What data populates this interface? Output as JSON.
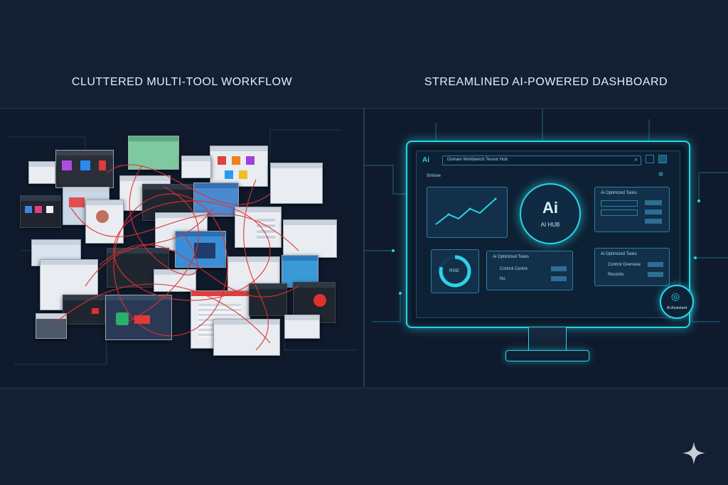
{
  "titles": {
    "left": "CLUTTERED MULTI-TOOL WORKFLOW",
    "right": "STREAMLINED AI-POWERED DASHBOARD"
  },
  "dashboard": {
    "logo": "Ai",
    "search_text": "Domain Workbench Tensor Hub",
    "section_label": "Smriwe",
    "hub_glyph": "Ai",
    "hub_label": "AI HUB",
    "tasks_title_1": "Ai Optimized Tasks",
    "tasks_title_2": "Ai Optimized Tasks",
    "tasks_title_3": "Ai Optimized Tasks",
    "row_1": "Control Centre",
    "row_2": "No",
    "row_3": "Control Overview",
    "row_4": "Records",
    "gauge_text": "RISE",
    "assistant_label": "Ai Assistant"
  },
  "colors": {
    "accent": "#2ad4e6",
    "background": "#132033",
    "red_lines": "#e03030"
  }
}
